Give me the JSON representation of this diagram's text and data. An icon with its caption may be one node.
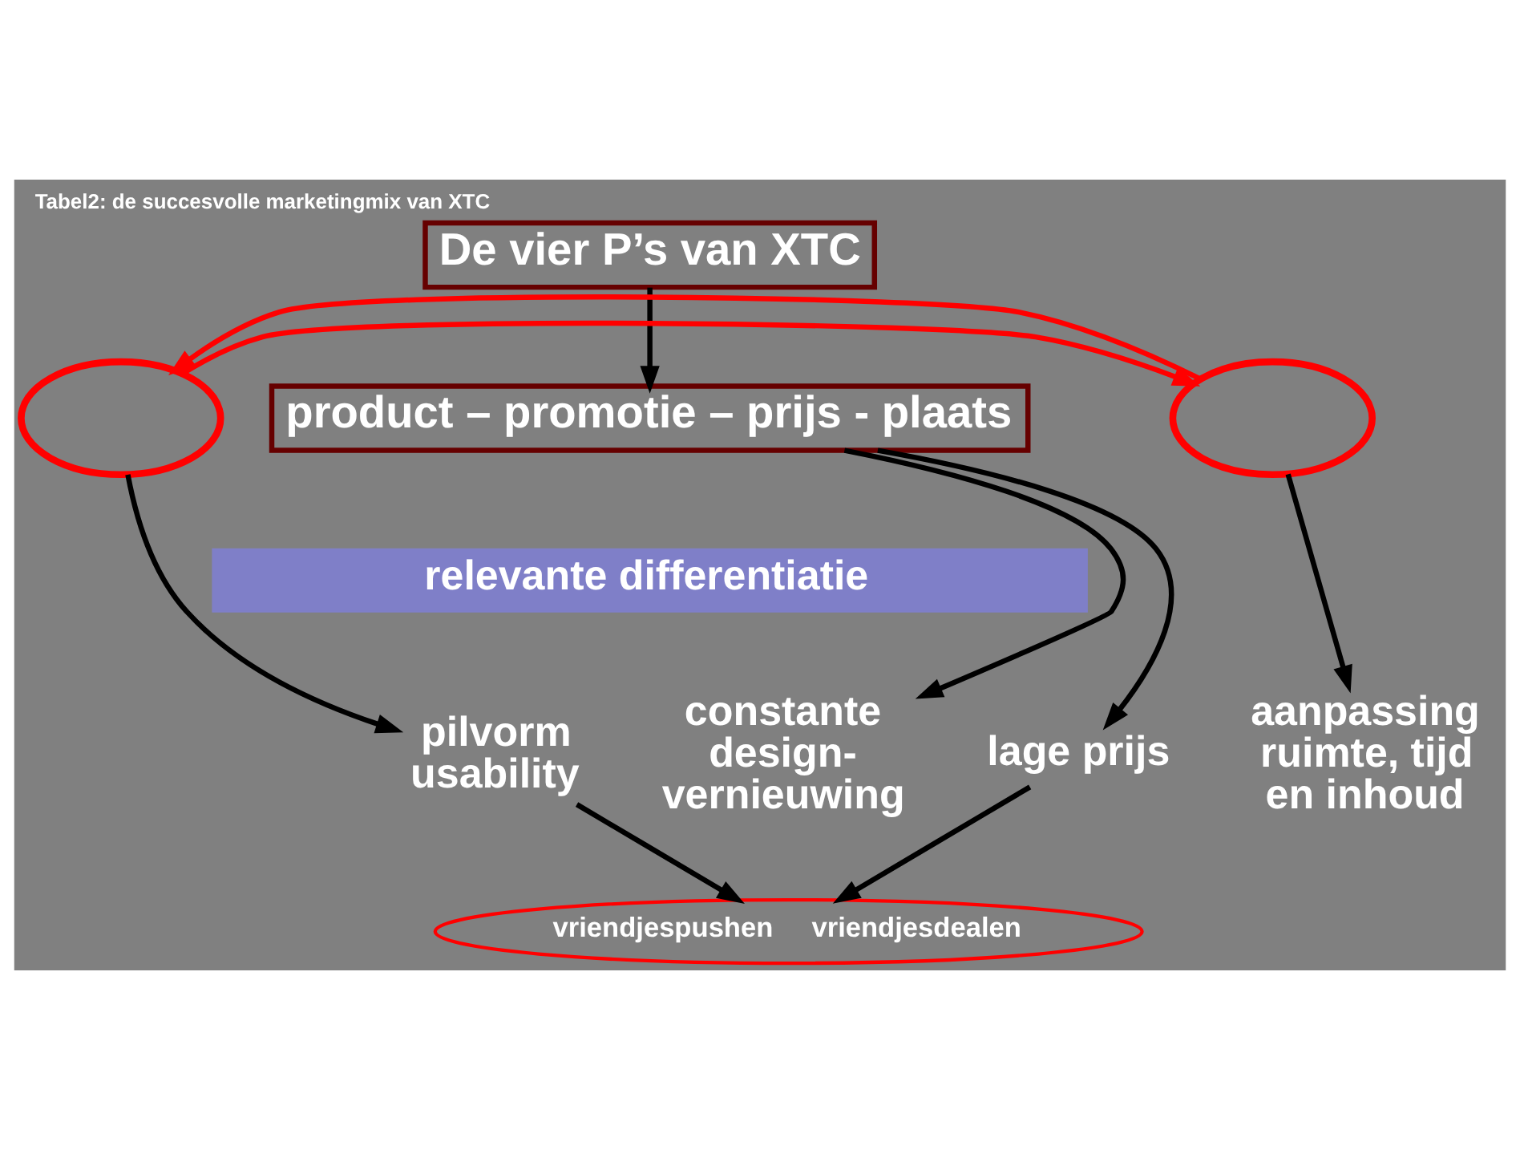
{
  "diagram": {
    "title": "Tabel2: de succesvolle marketingmix van XTC",
    "nodes": [
      {
        "text": [
          "De vier P’s van XTC"
        ]
      },
      {
        "text": [
          "product – promotie – prijs - plaats"
        ]
      },
      {
        "text": [],
        "shape": "circle"
      },
      {
        "text": [],
        "shape": "circle"
      },
      {
        "text": [
          "relevante differentiatie"
        ]
      },
      {
        "text": [
          "pilvorm usability"
        ]
      },
      {
        "text": [
          "constante design- vernieuwing"
        ]
      },
      {
        "text": [
          "lage prijs"
        ]
      },
      {
        "text": [
          "aanpassing ruimte, tijd en inhoud"
        ]
      },
      {
        "text": [
          "vriendjespushen",
          "vriendjesdealen"
        ]
      }
    ],
    "edges": [
      {
        "from": 0,
        "to": 1,
        "arrow": "to"
      },
      {
        "from": 2,
        "to": 3,
        "arrow": "to",
        "color": "#ff0000"
      },
      {
        "from": 3,
        "to": 2,
        "arrow": "to",
        "color": "#ff0000"
      },
      {
        "from": 2,
        "to": 5,
        "arrow": "to"
      },
      {
        "from": 1,
        "to": 6,
        "arrow": "to"
      },
      {
        "from": 1,
        "to": 7,
        "arrow": "to"
      },
      {
        "from": 3,
        "to": 8,
        "arrow": "to"
      },
      {
        "from": 5,
        "to": 9,
        "arrow": "to"
      },
      {
        "from": 7,
        "to": 9,
        "arrow": "to"
      }
    ]
  }
}
